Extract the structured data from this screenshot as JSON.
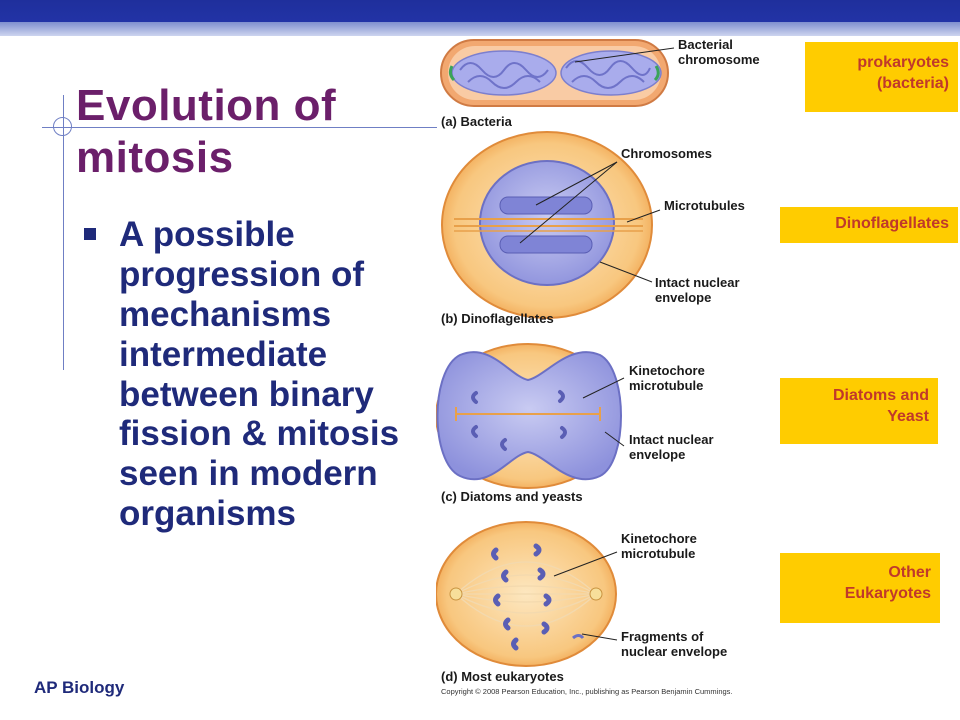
{
  "slide": {
    "title_line1": "Evolution of",
    "title_line2": "mitosis",
    "bullet": "A possible progression of mechanisms intermediate between binary fission & mitosis seen in modern organisms",
    "footer": "AP Biology"
  },
  "figure": {
    "bacteria": {
      "callout": [
        "Bacterial",
        "chromosome"
      ],
      "panel_label": "(a) Bacteria"
    },
    "dinoflagellates": {
      "callout_chromosomes": "Chromosomes",
      "callout_microtubules": "Microtubules",
      "callout_envelope": [
        "Intact nuclear",
        "envelope"
      ],
      "panel_label": "(b) Dinoflagellates"
    },
    "diatoms": {
      "callout_kinetochore": [
        "Kinetochore",
        "microtubule"
      ],
      "callout_envelope": [
        "Intact nuclear",
        "envelope"
      ],
      "panel_label": "(c) Diatoms and yeasts"
    },
    "eukaryotes": {
      "callout_kinetochore": [
        "Kinetochore",
        "microtubule"
      ],
      "callout_fragments": [
        "Fragments of",
        "nuclear envelope"
      ],
      "panel_label": "(d) Most eukaryotes"
    },
    "copyright": "Copyright © 2008 Pearson Education, Inc., publishing as Pearson Benjamin Cummings."
  },
  "tags": [
    {
      "lines": [
        "prokaryotes",
        "(bacteria)"
      ]
    },
    {
      "lines": [
        "Dinoflagellates"
      ]
    },
    {
      "lines": [
        "Diatoms and",
        "Yeast"
      ]
    },
    {
      "lines": [
        "Other",
        "Eukaryotes"
      ]
    }
  ],
  "colors": {
    "title": "#6b1f6a",
    "bullet_text": "#1f2a7a",
    "tag_background": "#ffcc00",
    "tag_text": "#c0392b",
    "cell_fill": "#f6c27a",
    "nucleus_fill": "#9a9ee0"
  }
}
